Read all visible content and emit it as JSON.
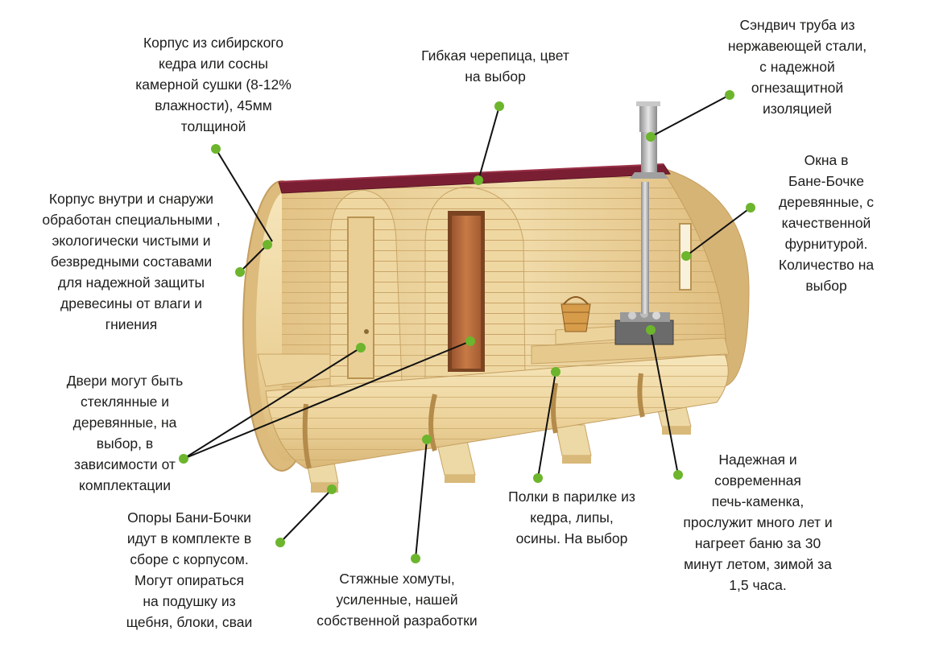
{
  "labels": {
    "body_material": "Корпус из сибирского\nкедра или сосны\nкамерной сушки (8-12%\nвлажности), 45мм\nтолщиной",
    "roof": "Гибкая черепица, цвет\nна выбор",
    "chimney": "Сэндвич труба из\nнержавеющей стали,\nс надежной\nогнезащитной\nизоляцией",
    "coating": "Корпус внутри и снаружи\nобработан специальными ,\nэкологически чистыми и\nбезвредными составами\nдля надежной защиты\nдревесины от влаги и\nгниения",
    "windows": "Окна в\nБане-Бочке\nдеревянные, с\nкачественной\nфурнитурой.\nКоличество на\nвыбор",
    "doors": "Двери могут быть\nстеклянные и\nдеревянные, на\nвыбор, в\nзависимости от\nкомплектации",
    "stove": "Надежная и\nсовременная\nпечь-каменка,\nпрослужит много лет и\nнагреет баню за 30\nминут летом, зимой за\n1,5 часа.",
    "shelves": "Полки в парилке из\nкедра, липы,\nосины. На выбор",
    "supports": "Опоры Бани-Бочки\nидут в комплекте в\nсборе с корпусом.\nМогут опираться\nна подушку из\nщебня, блоки, сваи",
    "clamps": "Стяжные хомуты,\nусиленные, нашей\nсобственной разработки"
  },
  "colors": {
    "marker": "#6cb52d",
    "leader": "#111111",
    "wood_light": "#f3dfae",
    "wood_mid": "#e6c88a",
    "wood_dark": "#c9a566",
    "roof": "#7a1f33",
    "door_glass": "#b5683a",
    "metal": "#b8b8b8"
  }
}
